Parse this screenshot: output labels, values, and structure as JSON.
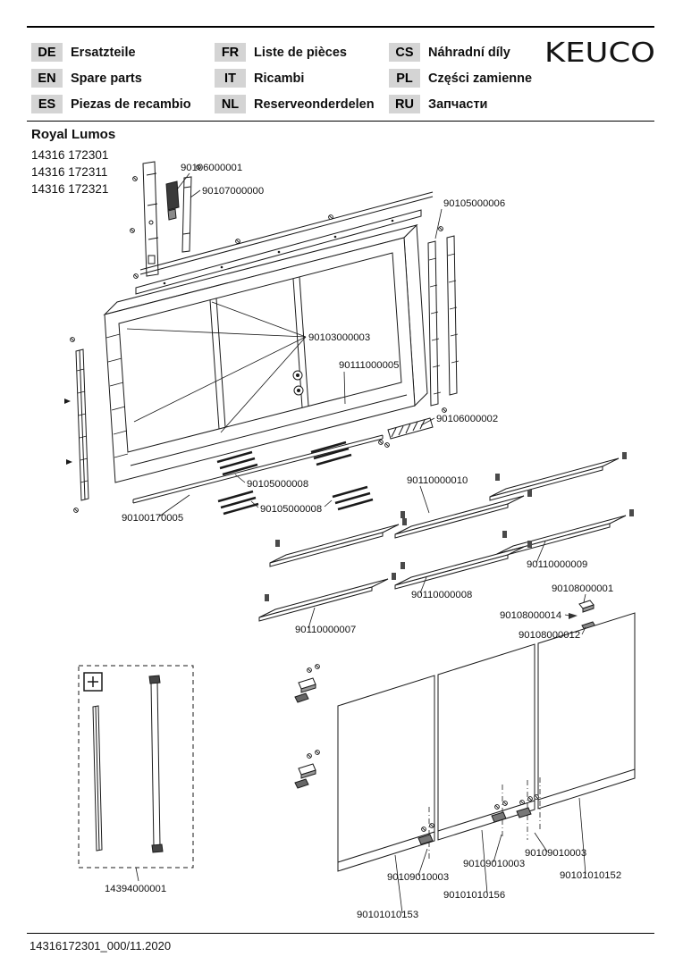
{
  "colors": {
    "badge_bg": "#d4d4d4",
    "ink": "#1a1a1a",
    "paper": "#ffffff"
  },
  "header": {
    "brand": "KEUCO",
    "languages": [
      {
        "code": "DE",
        "label": "Ersatzteile"
      },
      {
        "code": "EN",
        "label": "Spare parts"
      },
      {
        "code": "ES",
        "label": "Piezas de recambio"
      },
      {
        "code": "FR",
        "label": "Liste de pièces"
      },
      {
        "code": "IT",
        "label": "Ricambi"
      },
      {
        "code": "NL",
        "label": "Reserveonderdelen"
      },
      {
        "code": "CS",
        "label": "Náhradní díly"
      },
      {
        "code": "PL",
        "label": "Części zamienne"
      },
      {
        "code": "RU",
        "label": "Запчасти"
      }
    ]
  },
  "product": {
    "name": "Royal Lumos",
    "models": [
      "14316 172301",
      "14316 172311",
      "14316 172321"
    ]
  },
  "diagram": {
    "parts": [
      {
        "number": "90106000001"
      },
      {
        "number": "90107000000"
      },
      {
        "number": "90105000006"
      },
      {
        "number": "90103000003"
      },
      {
        "number": "90111000005"
      },
      {
        "number": "90106000002"
      },
      {
        "number": "90100170005"
      },
      {
        "number": "90105000008"
      },
      {
        "number": "90105000008"
      },
      {
        "number": "90110000010"
      },
      {
        "number": "90110000009"
      },
      {
        "number": "90110000008"
      },
      {
        "number": "90110000007"
      },
      {
        "number": "90108000001"
      },
      {
        "number": "90108000014"
      },
      {
        "number": "90108000012"
      },
      {
        "number": "14394000001"
      },
      {
        "number": "90109010003"
      },
      {
        "number": "90109010003"
      },
      {
        "number": "90109010003"
      },
      {
        "number": "90101010152"
      },
      {
        "number": "90101010156"
      },
      {
        "number": "90101010153"
      }
    ]
  },
  "footer": {
    "doc_ref": "14316172301_000/11.2020"
  }
}
